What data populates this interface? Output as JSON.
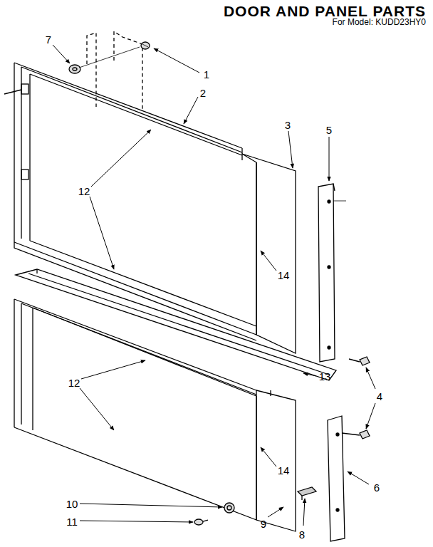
{
  "diagram": {
    "title": "DOOR AND PANEL PARTS",
    "labels": [
      "For Model: KUDD23HY0",
      "7",
      "1",
      "2",
      "3",
      "5",
      "12",
      "14",
      "13",
      "4",
      "12",
      "14",
      "6",
      "10",
      "11",
      "9",
      "8"
    ]
  }
}
